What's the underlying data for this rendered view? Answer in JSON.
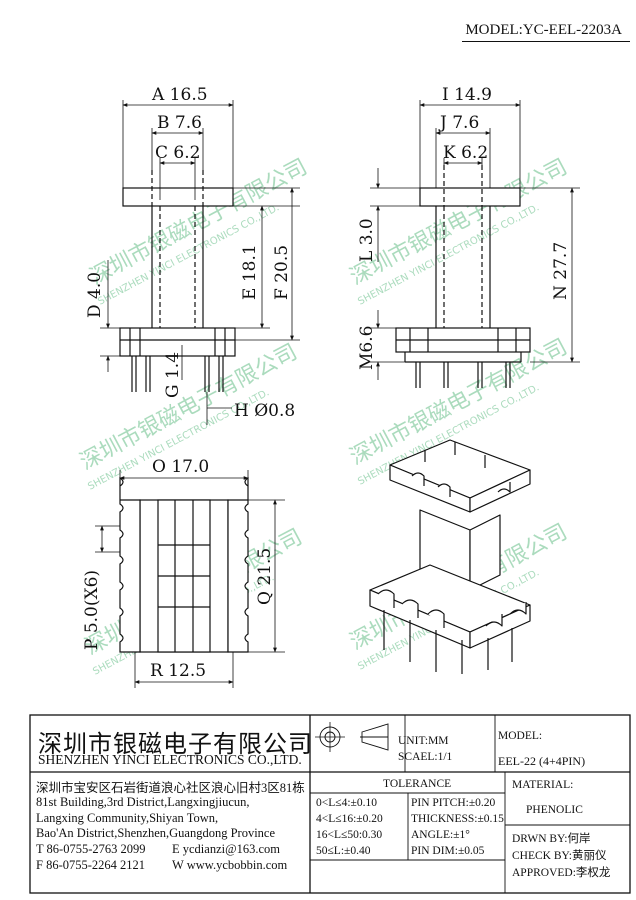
{
  "model_header": "MODEL:YC-EEL-2203A",
  "watermark": {
    "cn": "深圳市银磁电子有限公司",
    "en": "SHENZHEN YINCI ELECTRONICS CO.,LTD."
  },
  "dimensions": {
    "A": "A 16.5",
    "B": "B 7.6",
    "C": "C 6.2",
    "D": "D 4.0",
    "E": "E 18.1",
    "F": "F 20.5",
    "G": "G 1.4",
    "H": "H Ø0.8",
    "I": "I 14.9",
    "J": "J 7.6",
    "K": "K 6.2",
    "L": "L 3.0",
    "M": "M6.6",
    "N": "N 27.7",
    "O": "O 17.0",
    "P": "P 5.0(X6)",
    "Q": "Q 21.5",
    "R": "R 12.5"
  },
  "title_block": {
    "company_cn": "深圳市银磁电子有限公司",
    "company_en": "SHENZHEN YINCI ELECTRONICS CO.,LTD.",
    "unit": "UNIT:MM",
    "scale": "SCAEL:1/1",
    "model_label": "MODEL:",
    "model_value": "EEL-22 (4+4PIN)",
    "address": [
      "深圳市宝安区石岩街道浪心社区浪心旧村3区81栋",
      "81st Building,3rd District,Langxingjiucun,",
      "Langxing Community,Shiyan Town,",
      "Bao'An District,Shenzhen,Guangdong Province"
    ],
    "tel": "T 86-0755-2763 2099",
    "email": "E ycdianzi@163.com",
    "fax": "F 86-0755-2264 2121",
    "web": "W www.ycbobbin.com",
    "tolerance_title": "TOLERANCE",
    "tolerance_left": [
      "0<L≤4:±0.10",
      "4<L≤16:±0.20",
      "16<L≤50:0.30",
      "50≤L:±0.40"
    ],
    "tolerance_right": [
      "PIN PITCH:±0.20",
      "THICKNESS:±0.15",
      "ANGLE:±1°",
      "PIN DIM:±0.05"
    ],
    "material_label": "MATERIAL:",
    "material_value": "PHENOLIC",
    "drawn_by": "DRWN BY:何岸",
    "check_by": "CHECK BY:黄丽仪",
    "approved": "APPROVED:李权龙"
  }
}
